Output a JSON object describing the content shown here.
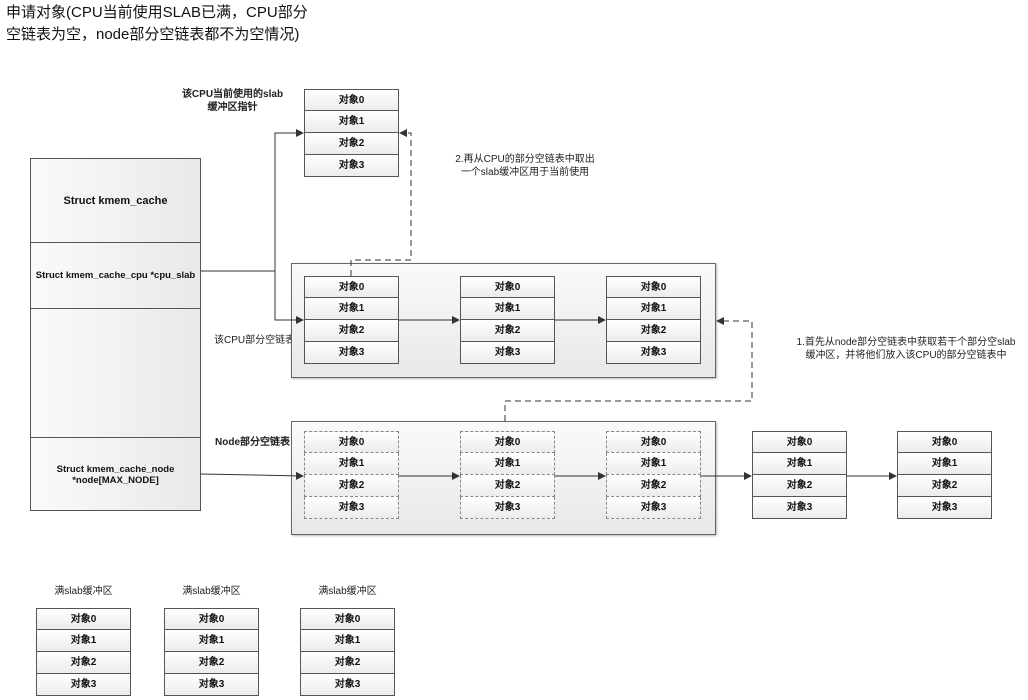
{
  "title_line1": "申请对象(CPU当前使用SLAB已满，CPU部分",
  "title_line2": "空链表为空，node部分空链表都不为空情况)",
  "cpu_slab_label_line1": "该CPU当前使用的slab",
  "cpu_slab_label_line2": "缓冲区指针",
  "step2_line1": "2.再从CPU的部分空链表中取出",
  "step2_line2": "一个slab缓冲区用于当前使用",
  "step1_line1": "1.首先从node部分空链表中获取若干个部分空slab",
  "step1_line2": "缓冲区，并将他们放入该CPU的部分空链表中",
  "cpu_partial_label": "该CPU部分空链表",
  "node_partial_label": "Node部分空链表",
  "struct": {
    "title": "Struct kmem_cache",
    "cpu_slab": "Struct kmem_cache_cpu *cpu_slab",
    "node_line1": "Struct kmem_cache_node",
    "node_line2": "*node[MAX_NODE]"
  },
  "objects": [
    "对象0",
    "对象1",
    "对象2",
    "对象3"
  ],
  "full_slab_label": "满slab缓冲区"
}
